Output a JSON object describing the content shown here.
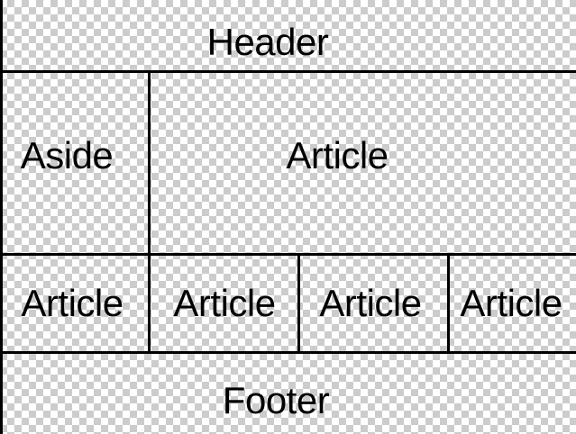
{
  "diagram": {
    "header": "Header",
    "aside": "Aside",
    "main_article": "Article",
    "row_articles": [
      "Article",
      "Article",
      "Article",
      "Article"
    ],
    "footer": "Footer"
  },
  "colors": {
    "line": "#000000",
    "text": "#000000",
    "transparency_checker_light": "#ffffff",
    "transparency_checker_dark": "#cccccc"
  }
}
